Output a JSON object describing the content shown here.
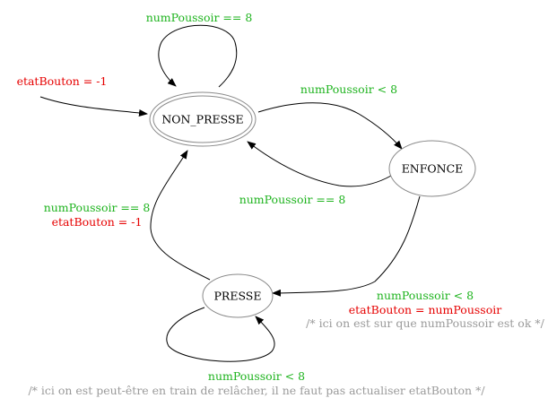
{
  "colors": {
    "guard": "#1db31d",
    "action": "#e60000",
    "comment": "#9a9a9a",
    "node_text": "#000000",
    "node_border": "#8a8a8a",
    "edge": "#000000"
  },
  "nodes": {
    "non_presse": "NON_PRESSE",
    "enfonce": "ENFONCE",
    "presse": "PRESSE"
  },
  "labels": {
    "self_non_presse": "numPoussoir == 8",
    "initial": "etatBouton = -1",
    "np_to_enfonce": "numPoussoir < 8",
    "enfonce_to_np": "numPoussoir == 8",
    "presse_to_np_guard": "numPoussoir == 8",
    "presse_to_np_action": "etatBouton = -1",
    "enfonce_to_presse_guard": "numPoussoir < 8",
    "enfonce_to_presse_action": "etatBouton = numPoussoir",
    "enfonce_to_presse_comment": "/* ici on est sur que numPoussoir est ok */",
    "self_presse_guard": "numPoussoir < 8",
    "self_presse_comment": "/* ici on est peut-être en train de relâcher, il ne faut pas actualiser etatBouton  */"
  }
}
